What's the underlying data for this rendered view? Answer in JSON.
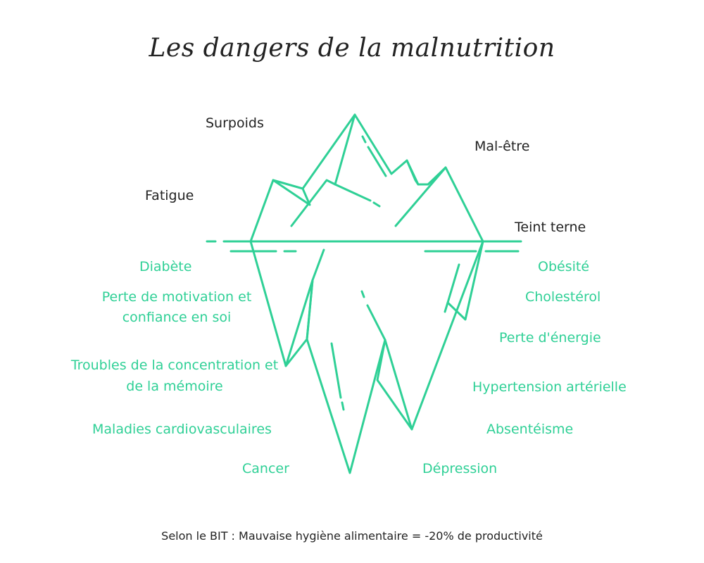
{
  "title": "Les dangers de la malnutrition",
  "labels_above": {
    "surpoids": "Surpoids",
    "mal_etre": "Mal-être",
    "fatigue": "Fatigue",
    "teint_terne": "Teint terne"
  },
  "labels_below": {
    "diabete": "Diabète",
    "obesite": "Obésité",
    "motivation_1": "Perte de motivation et",
    "motivation_2": "confiance en soi",
    "cholesterol": "Cholestérol",
    "energie": "Perte d'énergie",
    "concentration_1": "Troubles de la concentration et",
    "concentration_2": "de la mémoire",
    "hypertension": "Hypertension artérielle",
    "cardio": "Maladies cardiovasculaires",
    "absenteisme": "Absentéisme",
    "cancer": "Cancer",
    "depression": "Dépression"
  },
  "footer": "Selon le BIT : Mauvaise hygiène alimentaire = -20% de productivité",
  "colors": {
    "accent": "#2fd096",
    "text": "#222222",
    "background": "#ffffff"
  }
}
